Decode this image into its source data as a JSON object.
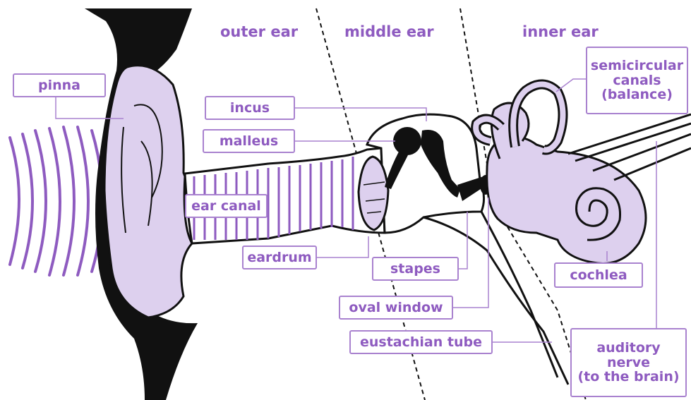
{
  "colors": {
    "accent": "#8e5bc0",
    "label_border": "#a982cf",
    "fill": "#ddd0ee",
    "ink": "#111111"
  },
  "sections": {
    "outer": "outer ear",
    "middle": "middle ear",
    "inner": "inner ear"
  },
  "labels": {
    "pinna": "pinna",
    "incus": "incus",
    "malleus": "malleus",
    "ear_canal": "ear canal",
    "eardrum": "eardrum",
    "stapes": "stapes",
    "oval_window": "oval window",
    "eustachian_tube": "eustachian tube",
    "semicircular_canals": "semicircular\ncanals\n(balance)",
    "cochlea": "cochlea",
    "auditory_nerve": "auditory\nnerve\n(to the brain)"
  }
}
